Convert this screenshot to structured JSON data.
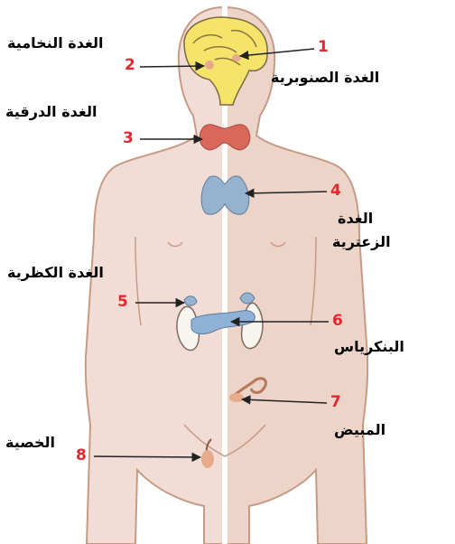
{
  "numbers": [
    "1",
    "2",
    "3",
    "4",
    "5",
    "6",
    "7",
    "8"
  ],
  "labels": {
    "pituitary": "الغدة النخامية",
    "pineal": "الغدة الصنوبرية",
    "thyroid": "الغدة الدرقية",
    "thymus_line1": "الغدة",
    "thymus_line2": "الزعترية",
    "adrenal": "الغدة الكظرية",
    "pancreas": "البنكرياس",
    "ovary": "المبيض",
    "testis": "الخصية"
  },
  "colors": {
    "body_left": "#f2ddd6",
    "body_right": "#ecd4c8",
    "outline": "#c79a86",
    "brain": "#f5e36a",
    "thyroid": "#d9675a",
    "thymus": "#95b3cf",
    "pancreas": "#8fb1d8",
    "kidney": "#f8f4f0",
    "ovary": "#e5ab8a",
    "number": "#e8262d",
    "arrow": "#222222"
  }
}
